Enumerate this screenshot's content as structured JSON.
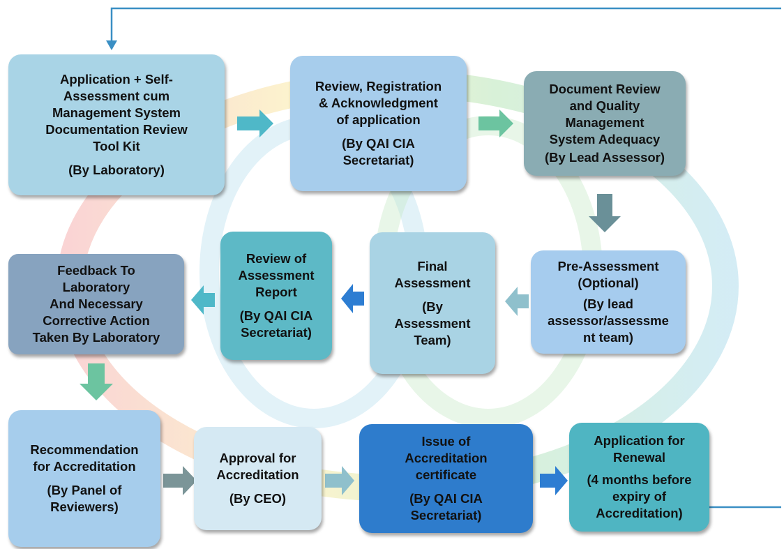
{
  "colors": {
    "line": "#3a8fc4",
    "arrow_teal": "#4fb8c8",
    "arrow_green": "#6cc4a0",
    "arrow_slate": "#6a9098",
    "arrow_blue": "#2d7dd2",
    "arrow_light": "#8fc0cc",
    "arrow_gray": "#7b9598"
  },
  "steps": [
    {
      "id": "application",
      "title": "Application + Self-\nAssessment cum\nManagement System\nDocumentation Review\nTool Kit",
      "by": "(By Laboratory)",
      "color": "#a9d4e6"
    },
    {
      "id": "review-registration",
      "title": "Review, Registration\n& Acknowledgment\nof application",
      "by": "(By QAI CIA\nSecretariat)",
      "color": "#a7cdec"
    },
    {
      "id": "document-review",
      "title": "Document Review\nand Quality\nManagement\nSystem Adequacy",
      "by": "(By Lead Assessor)",
      "color": "#8aacb3"
    },
    {
      "id": "pre-assessment",
      "title": "Pre-Assessment\n(Optional)",
      "by": "(By lead\nassessor/assessme\nnt team)",
      "color": "#a6ccee"
    },
    {
      "id": "final-assessment",
      "title": "Final\nAssessment",
      "by": "(By\nAssessment\nTeam)",
      "color": "#a9d3e4"
    },
    {
      "id": "review-report",
      "title": "Review of\nAssessment\nReport",
      "by": "(By QAI CIA\nSecretariat)",
      "color": "#5db9c6"
    },
    {
      "id": "feedback",
      "title": "Feedback To\nLaboratory\nAnd Necessary\nCorrective Action\nTaken By Laboratory",
      "by": "",
      "color": "#87a3bf"
    },
    {
      "id": "recommendation",
      "title": "Recommendation\nfor Accreditation",
      "by": "(By Panel of\nReviewers)",
      "color": "#a6cdec"
    },
    {
      "id": "approval",
      "title": "Approval for\nAccreditation",
      "by": "(By CEO)",
      "color": "#d5e9f3"
    },
    {
      "id": "issue",
      "title": "Issue of\nAccreditation\ncertificate",
      "by": "(By QAI CIA\nSecretariat)",
      "color": "#2e7ccc"
    },
    {
      "id": "renewal",
      "title": "Application for\nRenewal",
      "by": "(4 months before\nexpiry of\nAccreditation)",
      "color": "#4fb5c2"
    }
  ]
}
